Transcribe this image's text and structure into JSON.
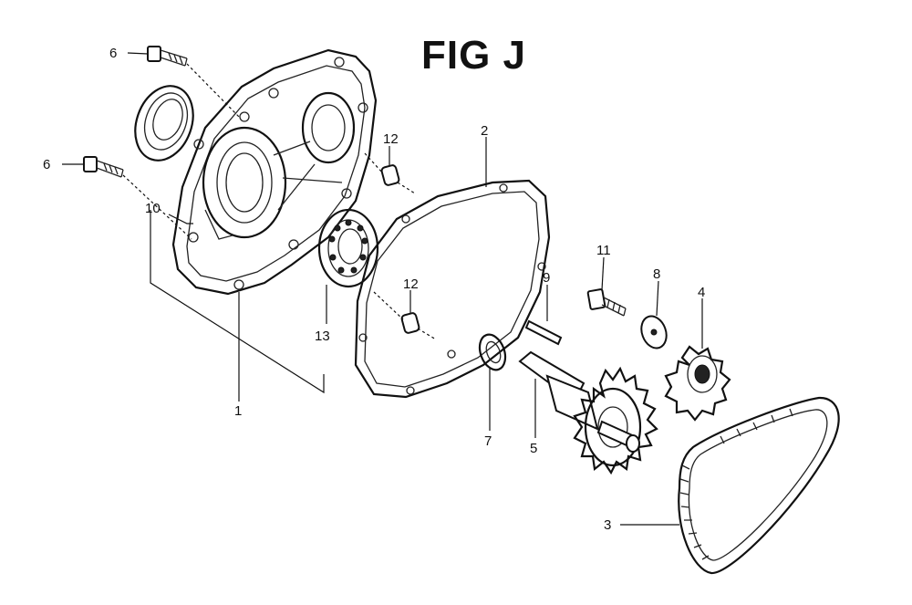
{
  "figure": {
    "title": "FIG J"
  },
  "callouts": [
    {
      "id": "c6a",
      "label": "6"
    },
    {
      "id": "c6b",
      "label": "6"
    },
    {
      "id": "c10",
      "label": "10"
    },
    {
      "id": "c12a",
      "label": "12"
    },
    {
      "id": "c2",
      "label": "2"
    },
    {
      "id": "c12b",
      "label": "12"
    },
    {
      "id": "c13",
      "label": "13"
    },
    {
      "id": "c1",
      "label": "1"
    },
    {
      "id": "c11",
      "label": "11"
    },
    {
      "id": "c9",
      "label": "9"
    },
    {
      "id": "c8",
      "label": "8"
    },
    {
      "id": "c4",
      "label": "4"
    },
    {
      "id": "c7",
      "label": "7"
    },
    {
      "id": "c5",
      "label": "5"
    },
    {
      "id": "c3",
      "label": "3"
    }
  ]
}
